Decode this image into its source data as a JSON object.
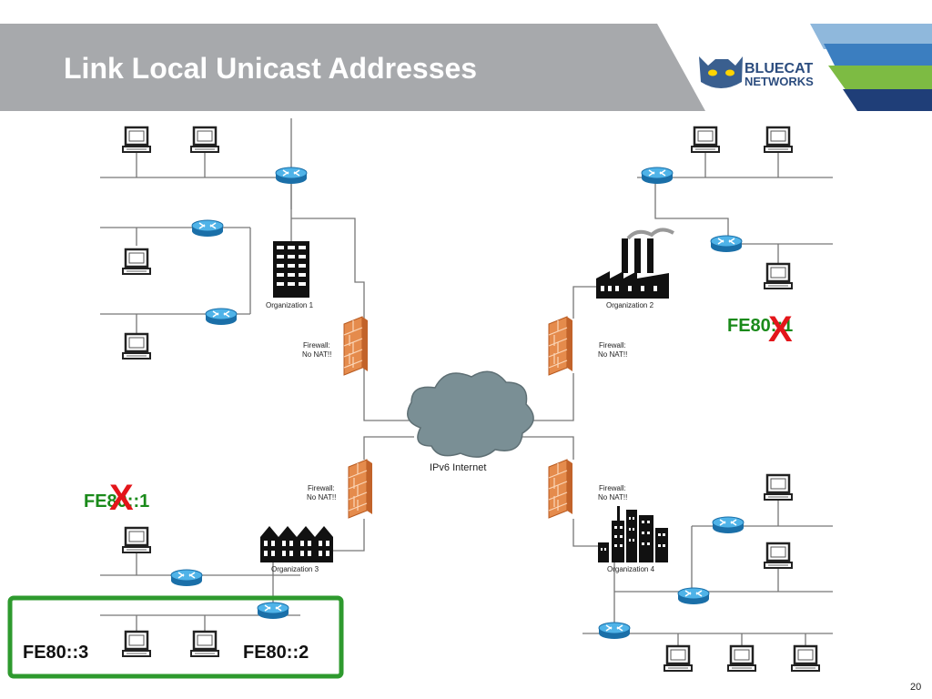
{
  "title": "Link Local Unicast Addresses",
  "logo": {
    "line1": "BLUECAT",
    "line2": "NETWORKS"
  },
  "slide_number": "20",
  "cloud_label": "IPv6 Internet",
  "organizations": {
    "org1": "Organization 1",
    "org2": "Organization 2",
    "org3": "Organization 3",
    "org4": "Organization 4"
  },
  "firewall": {
    "line1": "Firewall:",
    "line2": "No NAT!!"
  },
  "addresses": {
    "org2_host": "FE80::1",
    "org3_rejected": "FE80::1",
    "org3_host_a": "FE80::3",
    "org3_host_b": "FE80::2"
  },
  "reject_mark": "X",
  "colors": {
    "header_bar": "#a7a9ac",
    "address_green": "#1a8a1a",
    "reject_red": "#e3151a",
    "highlight_box": "#2e9a2e",
    "router_blue": "#2f9bd6",
    "firewall_orange": "#e07b3a",
    "stripe_light_blue": "#8fb8dc",
    "stripe_blue": "#3b7ec0",
    "stripe_green": "#7dbb43",
    "stripe_navy": "#1f3e78"
  }
}
